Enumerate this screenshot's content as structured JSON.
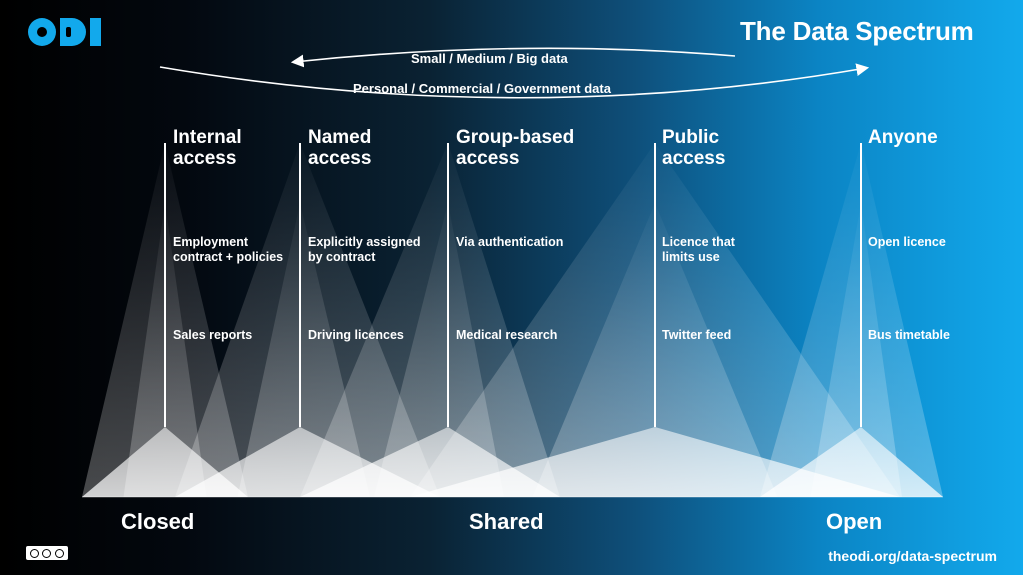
{
  "brand": {
    "logo_text": "ODI"
  },
  "title": "The Data Spectrum",
  "arcs": {
    "size": "Small  /  Medium  /  Big data",
    "source": "Personal  /  Commercial  /  Government data"
  },
  "columns": [
    {
      "heading": "Internal\naccess",
      "description": "Employment\ncontract + policies",
      "example": "Sales reports"
    },
    {
      "heading": "Named\naccess",
      "description": "Explicitly assigned\nby contract",
      "example": "Driving licences"
    },
    {
      "heading": "Group-based\naccess",
      "description": "Via authentication",
      "example": "Medical research"
    },
    {
      "heading": "Public\naccess",
      "description": "Licence that\nlimits use",
      "example": "Twitter feed"
    },
    {
      "heading": "Anyone",
      "description": "Open licence",
      "example": "Bus timetable"
    }
  ],
  "scale": {
    "left": "Closed",
    "middle": "Shared",
    "right": "Open"
  },
  "footer": {
    "url": "theodi.org/data-spectrum",
    "license_icons": [
      "cc-icon",
      "by-icon",
      "sa-icon"
    ]
  },
  "colors": {
    "accent": "#12a9ec",
    "background_dark": "#000000",
    "text": "#ffffff"
  }
}
